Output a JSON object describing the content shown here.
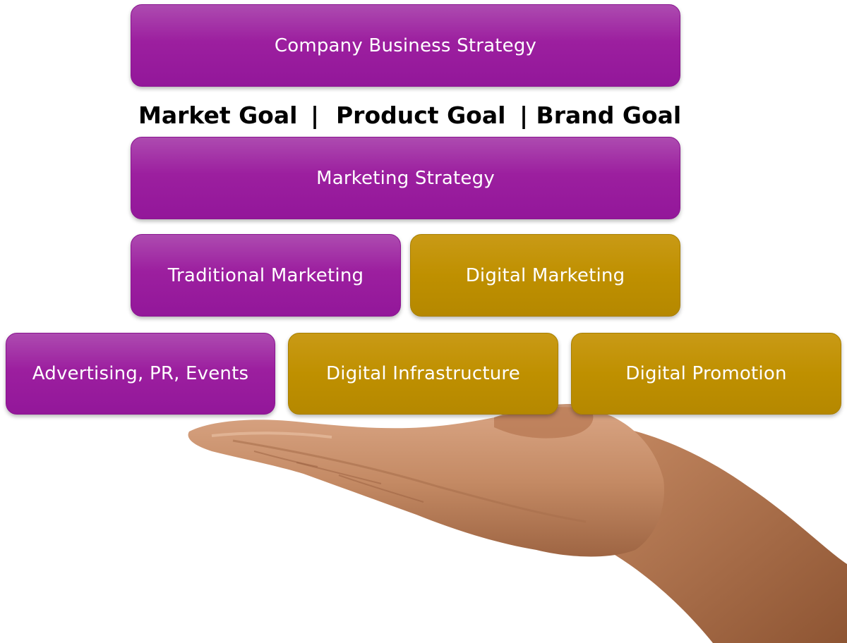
{
  "diagram": {
    "top": "Company Business Strategy",
    "goals": {
      "market": "Market Goal",
      "sep1": "|",
      "product": "Product Goal",
      "brand": "| Brand Goal"
    },
    "marketing_strategy": "Marketing Strategy",
    "traditional": "Traditional Marketing",
    "digital": "Digital Marketing",
    "advertising": "Advertising, PR, Events",
    "infrastructure": "Digital Infrastructure",
    "promotion": "Digital Promotion"
  },
  "colors": {
    "purple": "#9c1f9f",
    "gold": "#bf9000",
    "skin": "#c48a64"
  },
  "image": {
    "hand": "open-palm-hand-holding-diagram"
  }
}
